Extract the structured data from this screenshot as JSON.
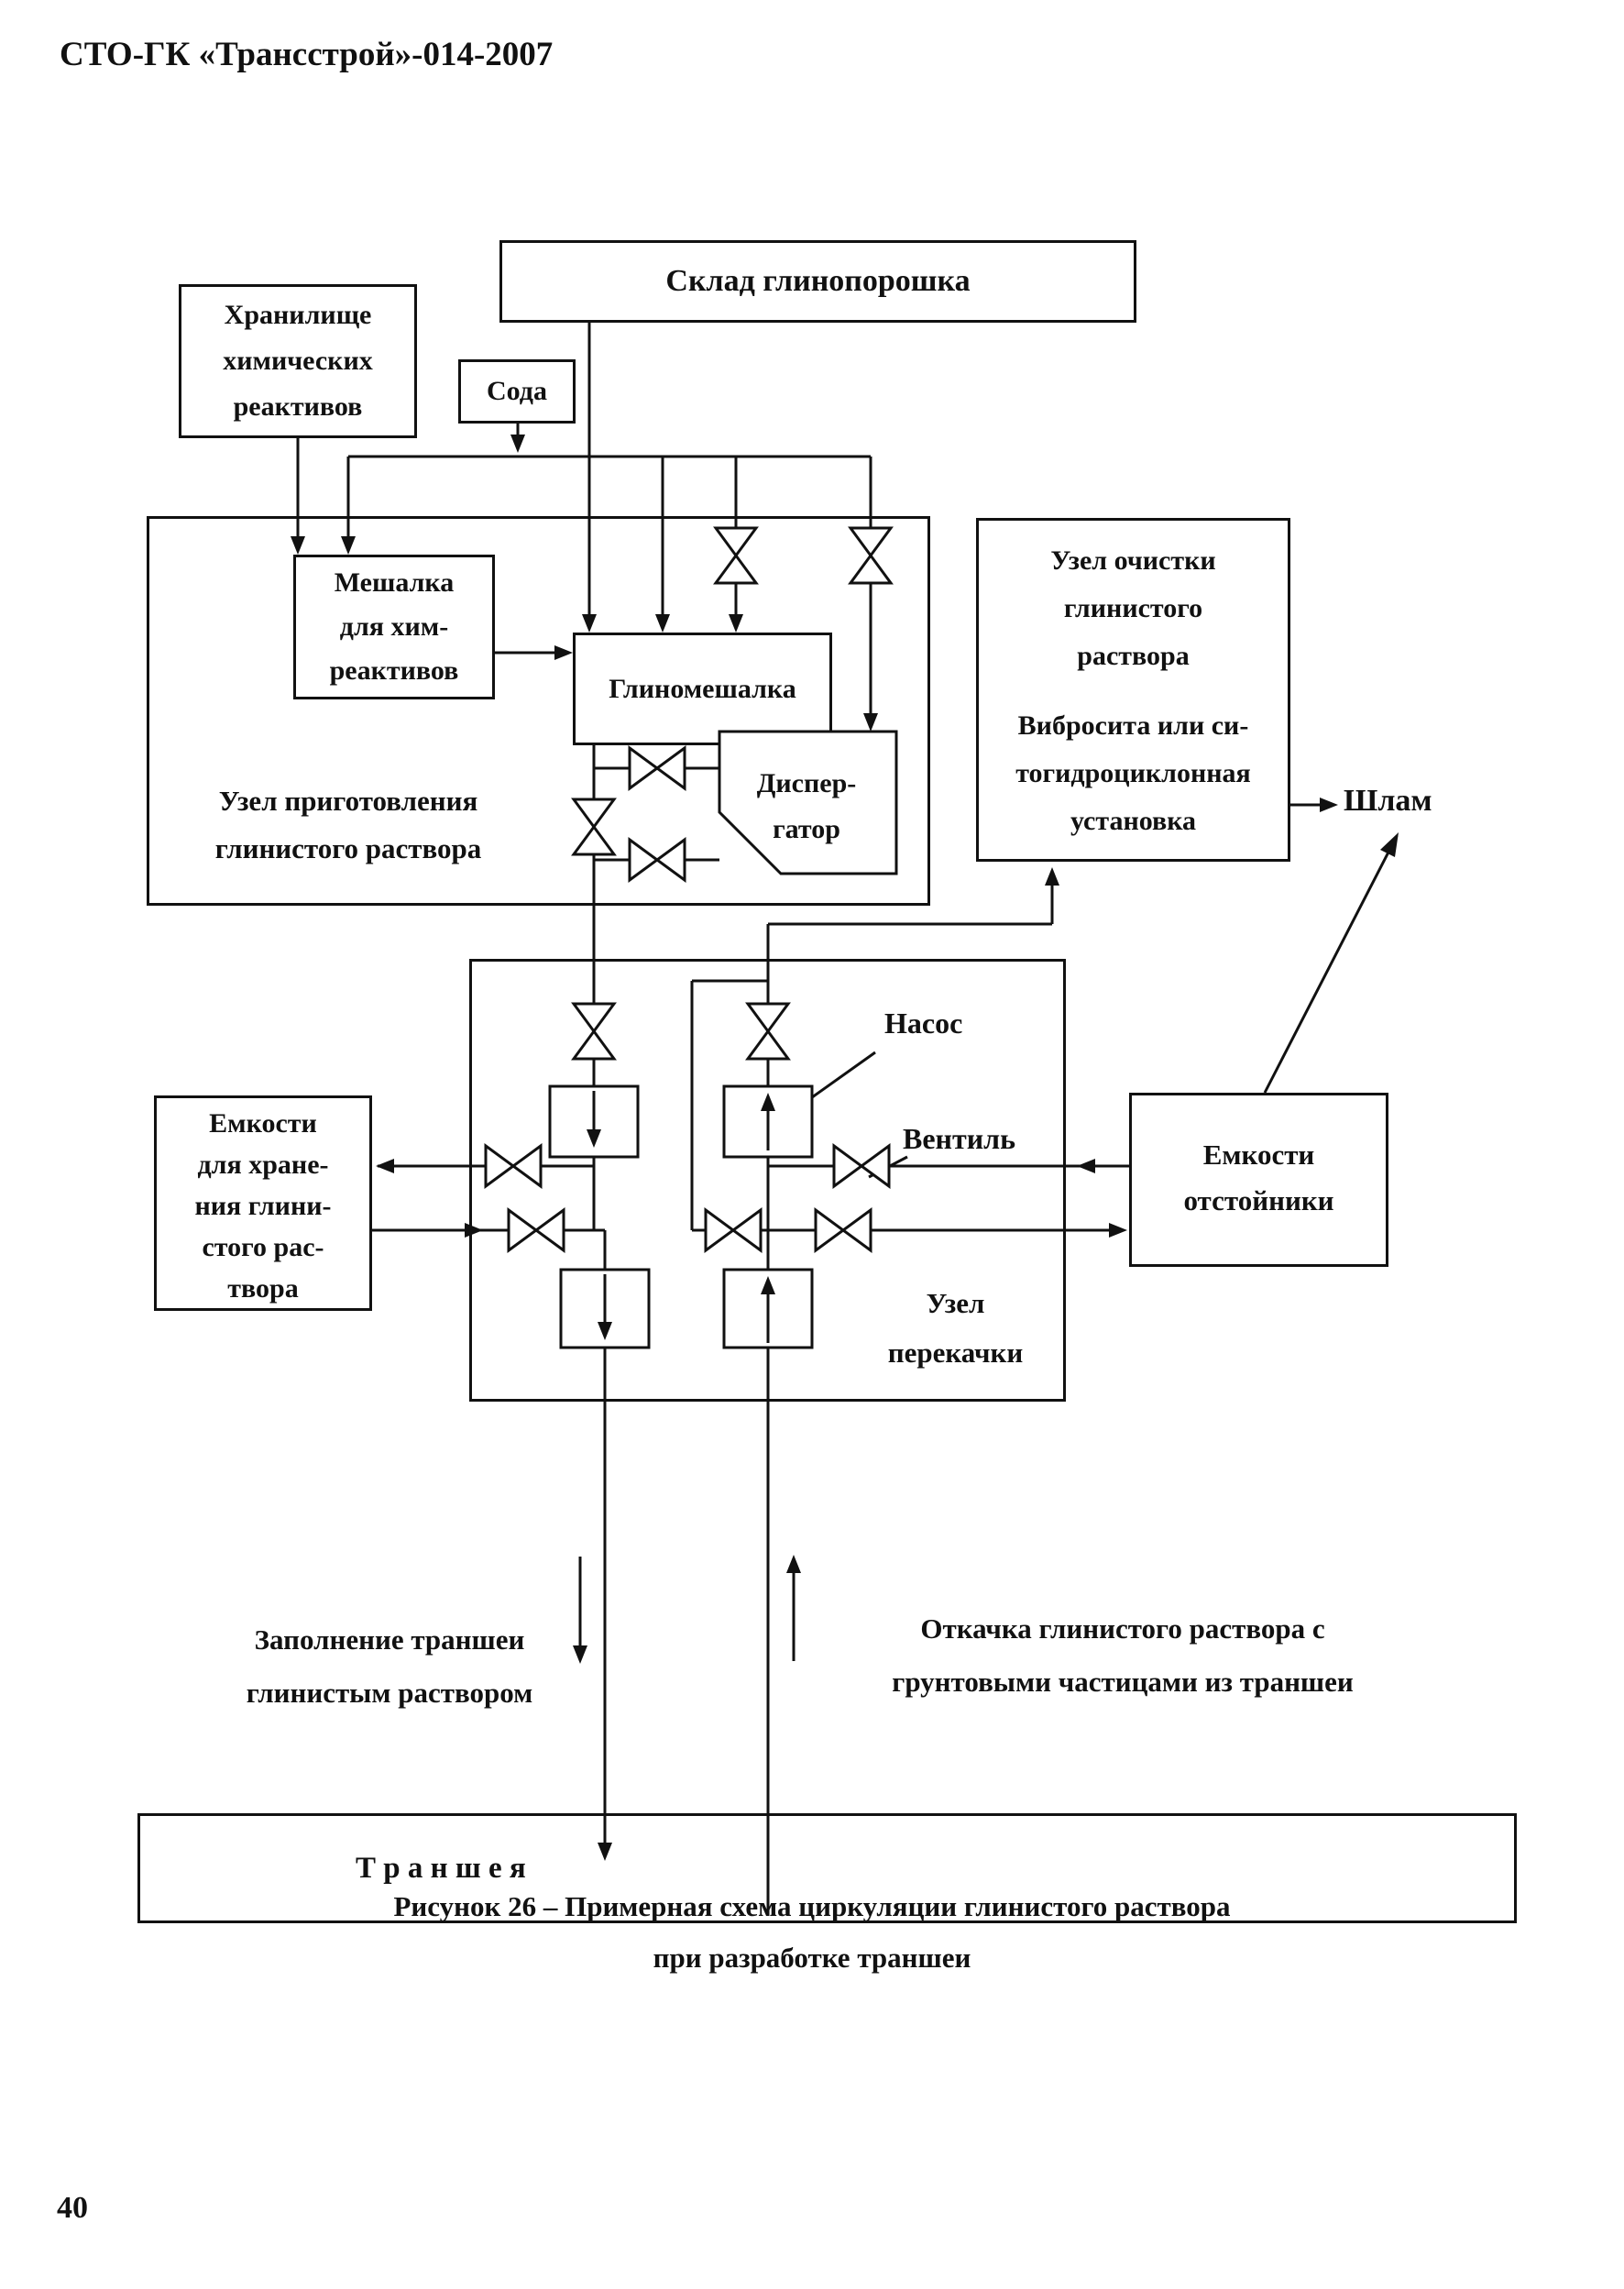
{
  "page": {
    "header": "СТО-ГК «Трансстрой»-014-2007",
    "page_number": "40",
    "caption_line1": "Рисунок 26 – Примерная схема циркуляции глинистого раствора",
    "caption_line2": "при разработке траншеи"
  },
  "colors": {
    "ink": "#111111",
    "paper": "#ffffff"
  },
  "boxes": {
    "sklad": {
      "label": "Склад глинопорошка"
    },
    "hran": {
      "lines": [
        "Хранилище",
        "химических",
        "реактивов"
      ]
    },
    "soda": {
      "label": "Сода"
    },
    "meshalka": {
      "lines": [
        "Мешалка",
        "для хим-",
        "реактивов"
      ]
    },
    "clay_mixer": {
      "label": "Глиномешалка"
    },
    "dispergator": {
      "lines": [
        "Диспер-",
        "гатор"
      ]
    },
    "prep_unit": {
      "lines": [
        "Узел приготовления",
        "глинистого раствора"
      ]
    },
    "cleaning_unit": {
      "title_lines": [
        "Узел очистки",
        "глинистого",
        "раствора"
      ],
      "body_lines": [
        "Вибросита или си-",
        "тогидроциклонная",
        "установка"
      ]
    },
    "storage": {
      "lines": [
        "Емкости",
        "для хране-",
        "ния глини-",
        "стого рас-",
        "твора"
      ]
    },
    "settling": {
      "lines": [
        "Емкости",
        "отстойники"
      ]
    },
    "pump_unit": {
      "lines": [
        "Узел",
        "перекачки"
      ]
    },
    "trench": {
      "label": "Т р а н ш е я"
    }
  },
  "labels": {
    "shlam": "Шлам",
    "nasos": "Насос",
    "ventil": "Вентиль",
    "fill_line1": "Заполнение траншеи",
    "fill_line2": "глинистым раствором",
    "pump_out_line1": "Откачка глинистого раствора с",
    "pump_out_line2": "грунтовыми частицами из траншеи"
  }
}
